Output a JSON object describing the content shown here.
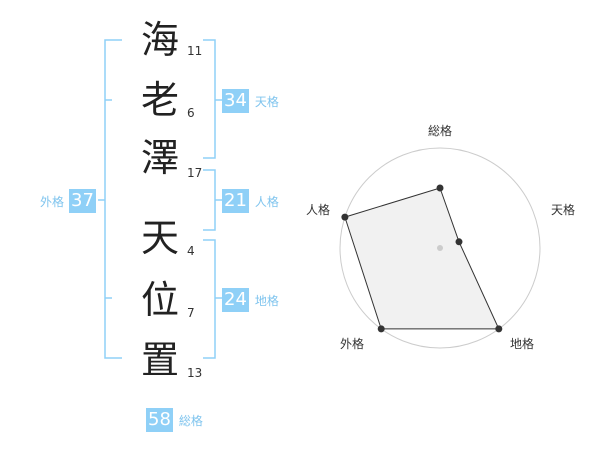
{
  "name_chars": [
    {
      "char": "海",
      "strokes": "11"
    },
    {
      "char": "老",
      "strokes": "6"
    },
    {
      "char": "澤",
      "strokes": "17"
    },
    {
      "char": "天",
      "strokes": "4"
    },
    {
      "char": "位",
      "strokes": "7"
    },
    {
      "char": "置",
      "strokes": "13"
    }
  ],
  "fortunes": {
    "tenkaku": {
      "value": "34",
      "label": "天格"
    },
    "jinkaku": {
      "value": "21",
      "label": "人格"
    },
    "chikaku": {
      "value": "24",
      "label": "地格"
    },
    "gaikaku": {
      "value": "37",
      "label": "外格"
    },
    "soukaku": {
      "value": "58",
      "label": "総格"
    }
  },
  "chart_data": {
    "type": "radar",
    "axes": [
      "総格",
      "天格",
      "地格",
      "外格",
      "人格"
    ],
    "values": [
      3,
      1,
      5,
      5,
      5
    ],
    "max": 5,
    "rings": 5,
    "colors": {
      "fill": "#eeeeee",
      "stroke": "#333333",
      "grid": "#cccccc",
      "accent": "#8fd0f7"
    }
  }
}
